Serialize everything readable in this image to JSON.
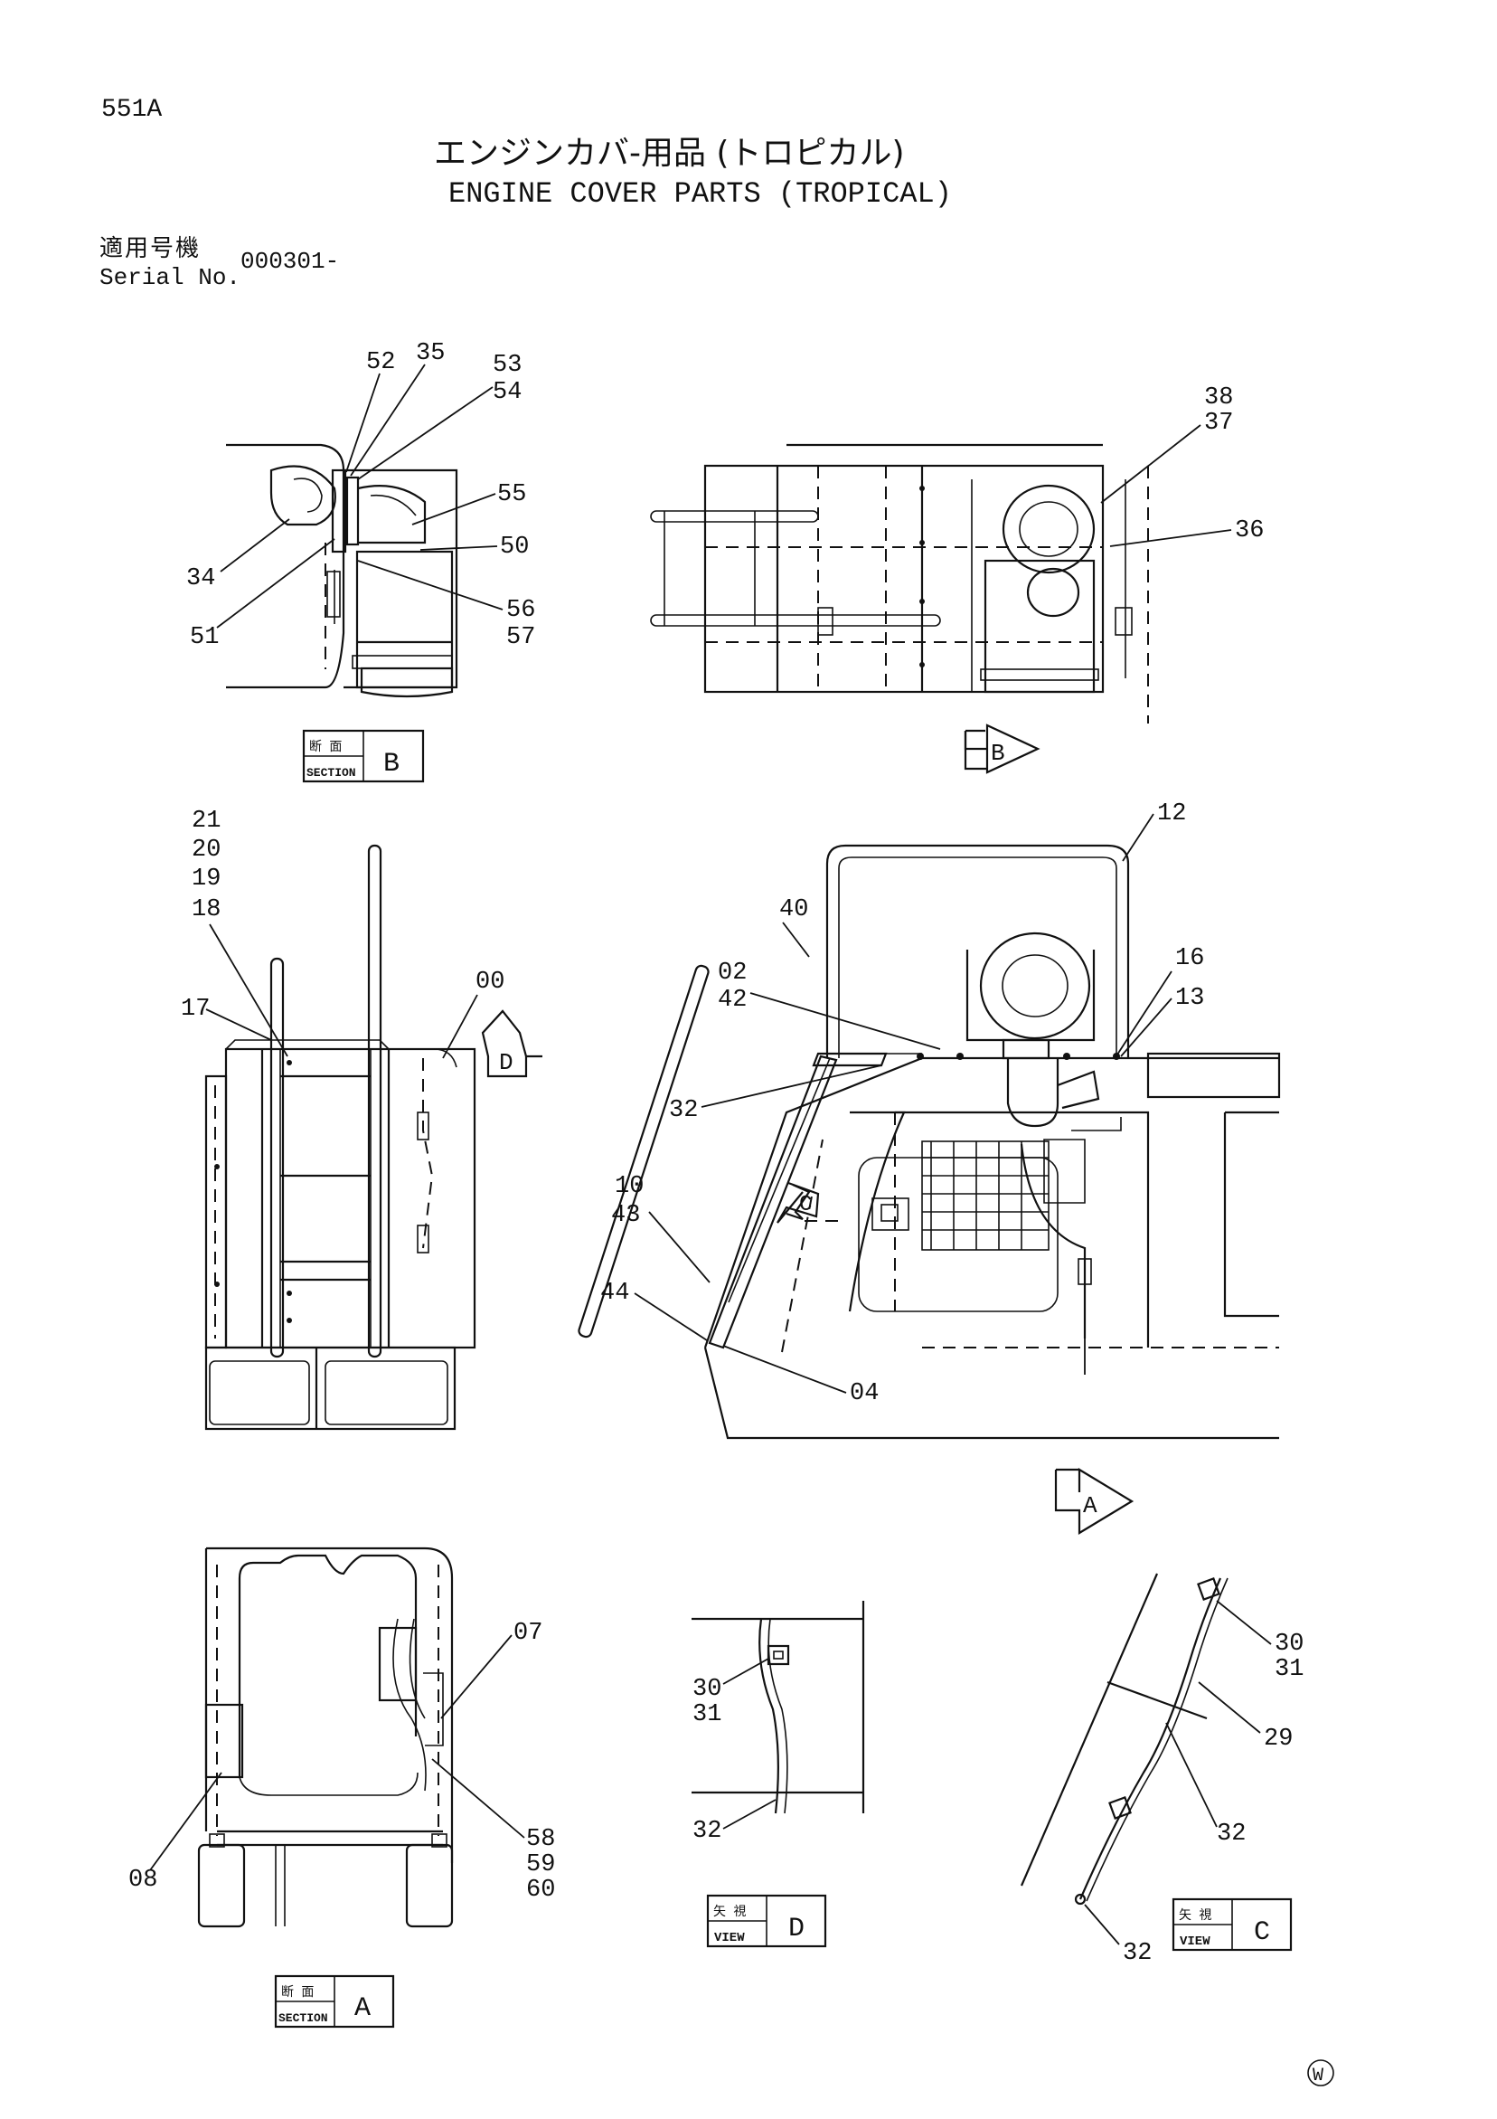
{
  "header": {
    "page_code": "551A",
    "title_ja": "エンジンカバ-用品 (トロピカル)",
    "title_en": "ENGINE COVER PARTS (TROPICAL)",
    "applicable_label_ja": "適用号機",
    "serial_label": "Serial No.",
    "serial_value": "000301-"
  },
  "badges": {
    "section_b": {
      "top": "断 面",
      "bottom": "SECTION",
      "letter": "B"
    },
    "section_a": {
      "top": "断 面",
      "bottom": "SECTION",
      "letter": "A"
    },
    "view_d": {
      "top": "矢 視",
      "bottom": "VIEW",
      "letter": "D"
    },
    "view_c": {
      "top": "矢 視",
      "bottom": "VIEW",
      "letter": "C"
    }
  },
  "arrows": {
    "b": "B",
    "d": "D",
    "c": "C",
    "a": "A"
  },
  "callouts": {
    "c52": "52",
    "c35": "35",
    "c53": "53",
    "c54": "54",
    "c55": "55",
    "c50": "50",
    "c34": "34",
    "c56": "56",
    "c57": "57",
    "c51": "51",
    "c38": "38",
    "c37": "37",
    "c36": "36",
    "c21": "21",
    "c20": "20",
    "c19": "19",
    "c18": "18",
    "c17": "17",
    "c00": "00",
    "c12": "12",
    "c40": "40",
    "c02": "02",
    "c42": "42",
    "c16": "16",
    "c13": "13",
    "c32a": "32",
    "c10": "10",
    "c43": "43",
    "c44": "44",
    "c04": "04",
    "c07": "07",
    "c08": "08",
    "c58": "58",
    "c59": "59",
    "c60": "60",
    "c30a": "30",
    "c31a": "31",
    "c32b": "32",
    "c30b": "30",
    "c31b": "31",
    "c29": "29",
    "c32c": "32",
    "c32d": "32"
  },
  "footer": {
    "mark": "W"
  }
}
